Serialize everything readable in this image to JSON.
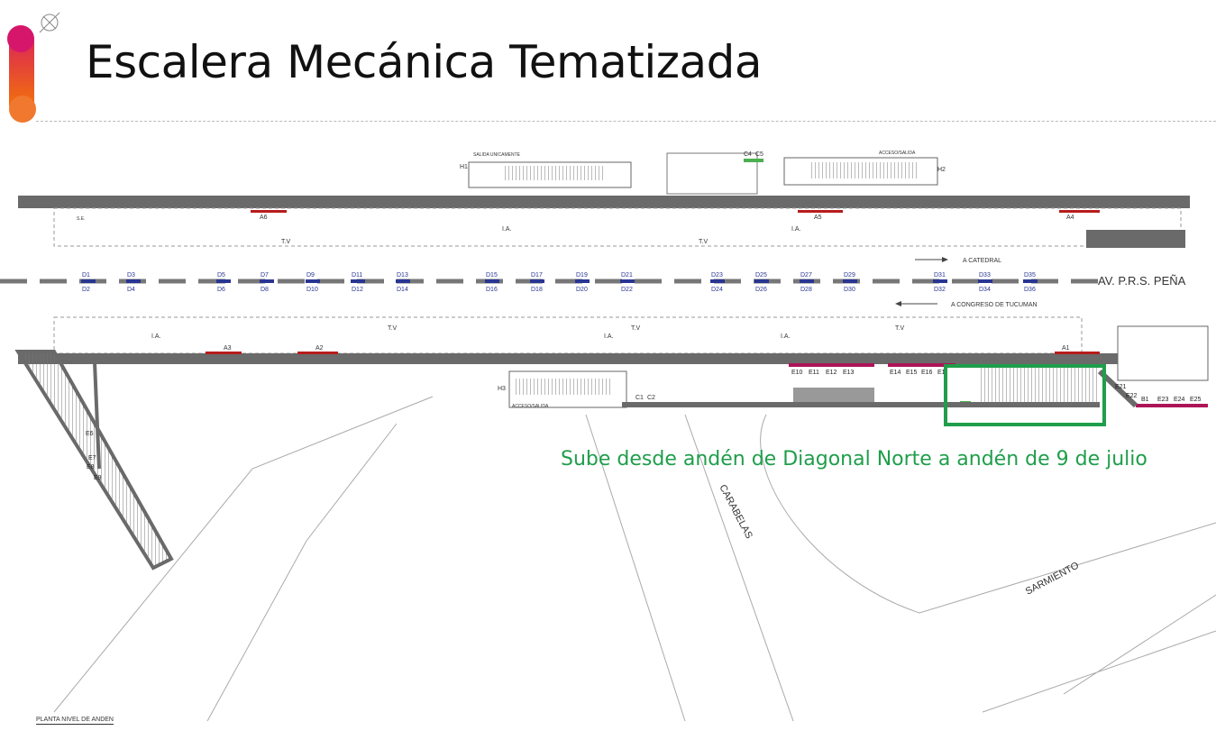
{
  "slide": {
    "title": "Escalera Mecánica Tematizada",
    "caption": "Sube desde andén de Diagonal Norte a andén de 9 de julio",
    "highlight_color": "#1f9e4b",
    "accent_colors": [
      "#d6166b",
      "#f0782f"
    ],
    "icons": [
      "compass-icon"
    ]
  },
  "plan": {
    "footer_label": "PLANTA NIVEL DE ANDEN",
    "street_av": "AV. P.R.S. PEÑA",
    "dir_catedral": "A CATEDRAL",
    "dir_congreso": "A CONGRESO DE TUCUMAN",
    "street_carabelas": "CARABELAS",
    "street_sarmiento": "SARMIENTO",
    "access_top_left": "SALIDA UNICAMENTE",
    "access_top_right": "ACCESO/SALIDA",
    "access_bottom": "ACCESO/SALIDA",
    "h_labels": [
      "H1",
      "H2",
      "H3"
    ],
    "c_labels": [
      "C4",
      "C5",
      "C1",
      "C2"
    ],
    "a_labels": [
      "A6",
      "A5",
      "A4",
      "A3",
      "A2",
      "A1"
    ],
    "d_top": [
      "D1",
      "D3",
      "D5",
      "D7",
      "D9",
      "D11",
      "D13",
      "D15",
      "D17",
      "D19",
      "D21",
      "D23",
      "D25",
      "D27",
      "D29",
      "D31",
      "D33",
      "D35"
    ],
    "d_bottom": [
      "D2",
      "D4",
      "D6",
      "D8",
      "D10",
      "D12",
      "D14",
      "D16",
      "D18",
      "D20",
      "D22",
      "D24",
      "D26",
      "D28",
      "D30",
      "D32",
      "D34",
      "D36"
    ],
    "e_labels": [
      "E10",
      "E11",
      "E12",
      "E13",
      "E14",
      "E15",
      "E16",
      "E1",
      "E21",
      "E22",
      "B1",
      "E23",
      "E24",
      "E25",
      "E6",
      "E7",
      "E8",
      "E9"
    ],
    "tv": "T.V",
    "ia": "I.A.",
    "se": "S.E."
  }
}
